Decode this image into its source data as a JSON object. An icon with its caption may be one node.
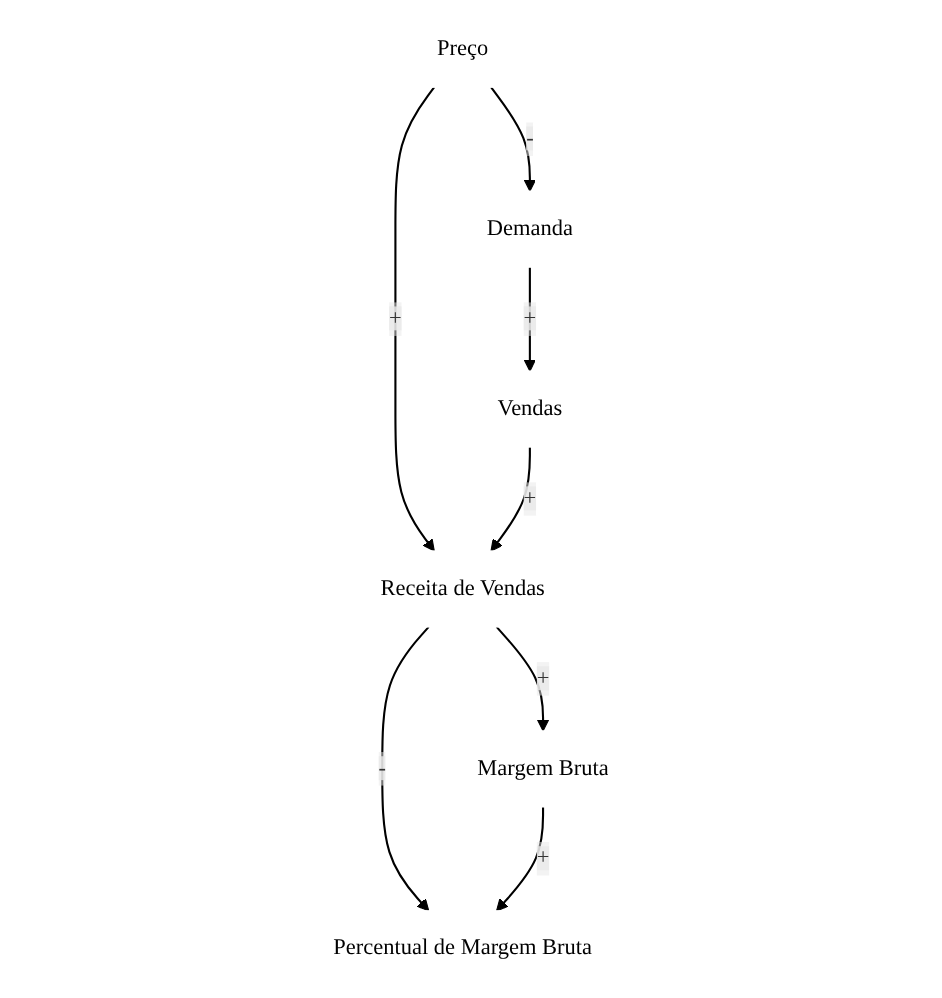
{
  "diagram": {
    "nodes": [
      {
        "text": [
          "Preço"
        ]
      },
      {
        "text": [
          "Demanda"
        ]
      },
      {
        "text": [
          "Vendas"
        ]
      },
      {
        "text": [
          "Receita de Vendas"
        ]
      },
      {
        "text": [
          "Margem Bruta"
        ]
      },
      {
        "text": [
          "Percentual de Margem Bruta"
        ]
      }
    ],
    "edges": [
      {
        "from": 0,
        "to": 1,
        "arrow": "to",
        "label": "-"
      },
      {
        "from": 1,
        "to": 2,
        "arrow": "to",
        "label": "+"
      },
      {
        "from": 0,
        "to": 3,
        "arrow": "to",
        "label": "+"
      },
      {
        "from": 2,
        "to": 3,
        "arrow": "to",
        "label": "+"
      },
      {
        "from": 3,
        "to": 4,
        "arrow": "to",
        "label": "+"
      },
      {
        "from": 3,
        "to": 5,
        "arrow": "to",
        "label": "-"
      },
      {
        "from": 4,
        "to": 5,
        "arrow": "to",
        "label": "+"
      }
    ]
  }
}
